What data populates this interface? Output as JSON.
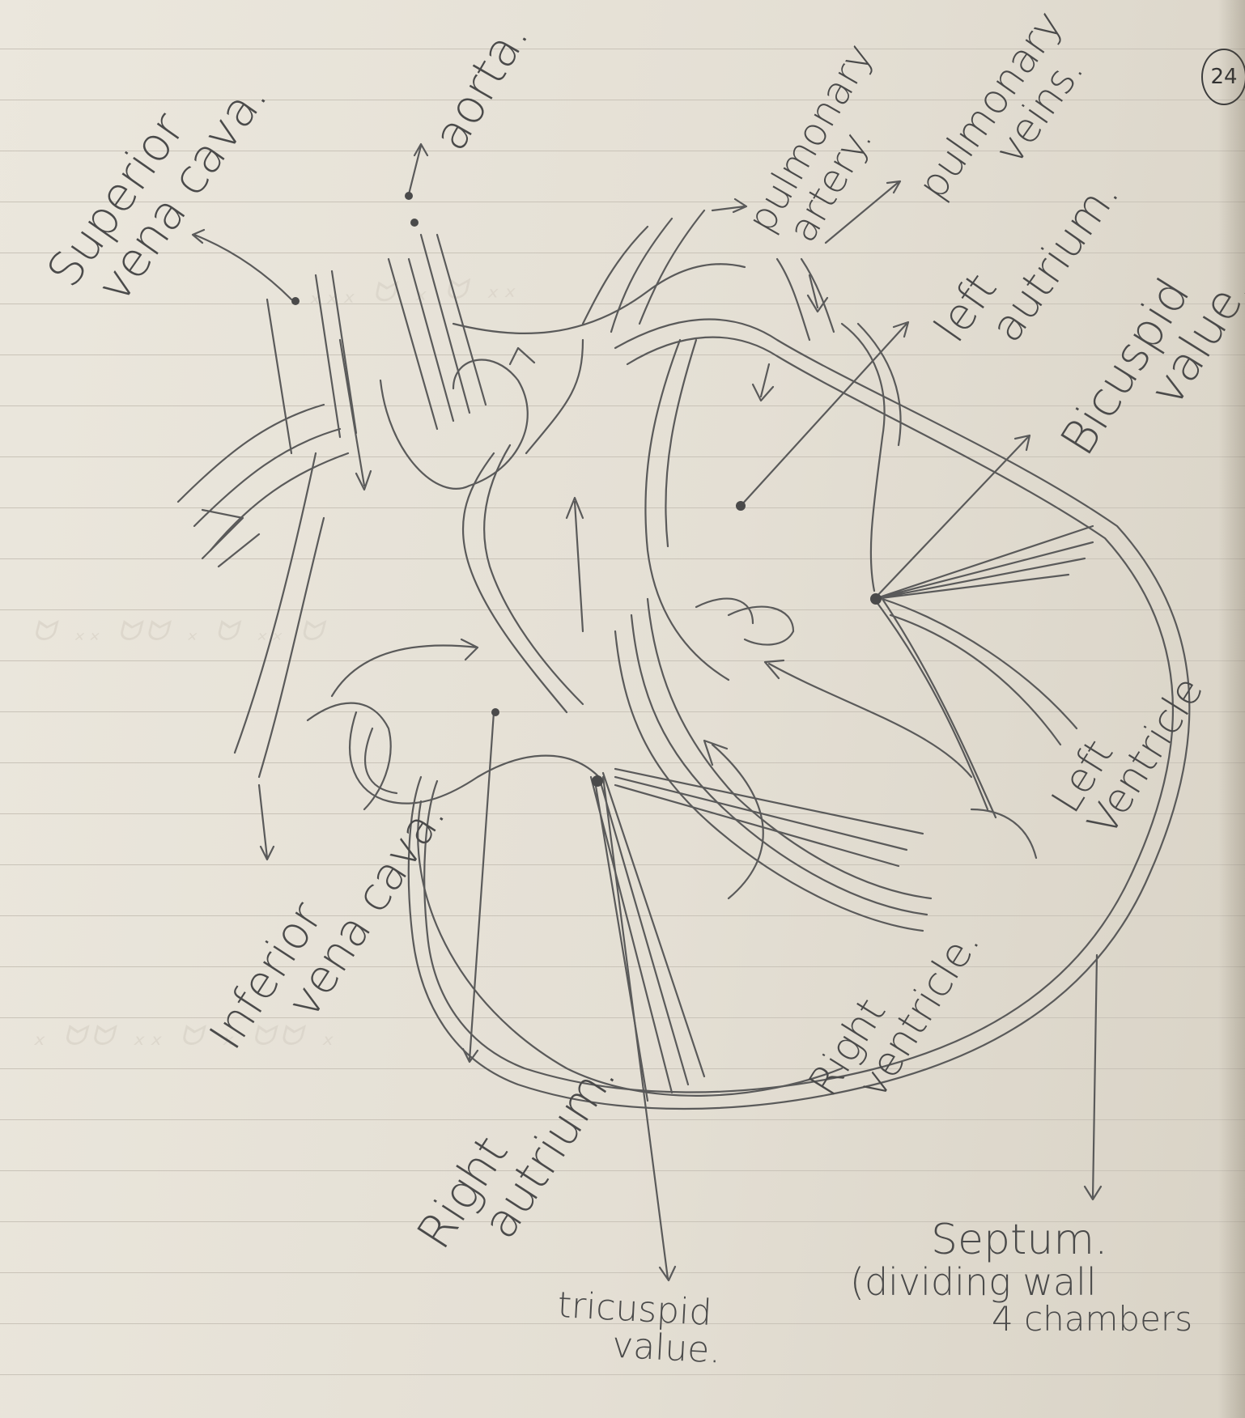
{
  "page": {
    "number": "24"
  },
  "labels": {
    "superior_vena_cava": [
      "Superior",
      "vena cava."
    ],
    "aorta": "aorta.",
    "pulmonary_artery": [
      "pulmonary",
      "artery."
    ],
    "pulmonary_veins": [
      "pulmonary",
      "veins."
    ],
    "left_atrium": [
      "left",
      "autrium."
    ],
    "bicuspid_valve": [
      "Bicuspid",
      "value."
    ],
    "left_ventricle": [
      "Left",
      "Ventricle"
    ],
    "right_ventricle": [
      "Right",
      "ventricle."
    ],
    "inferior_vena_cava": [
      "Inferior",
      "vena cava."
    ],
    "right_atrium": [
      "Right",
      "autrium."
    ],
    "tricuspid_valve": [
      "tricuspid",
      "value."
    ],
    "septum": [
      "Septum.",
      "(dividing wall",
      "4 chambers"
    ]
  },
  "colors": {
    "paper": "#e6e1d6",
    "pencil": "#5a5a5a",
    "rule": "#c9c3b8",
    "bleed": "#d8d2c7"
  }
}
